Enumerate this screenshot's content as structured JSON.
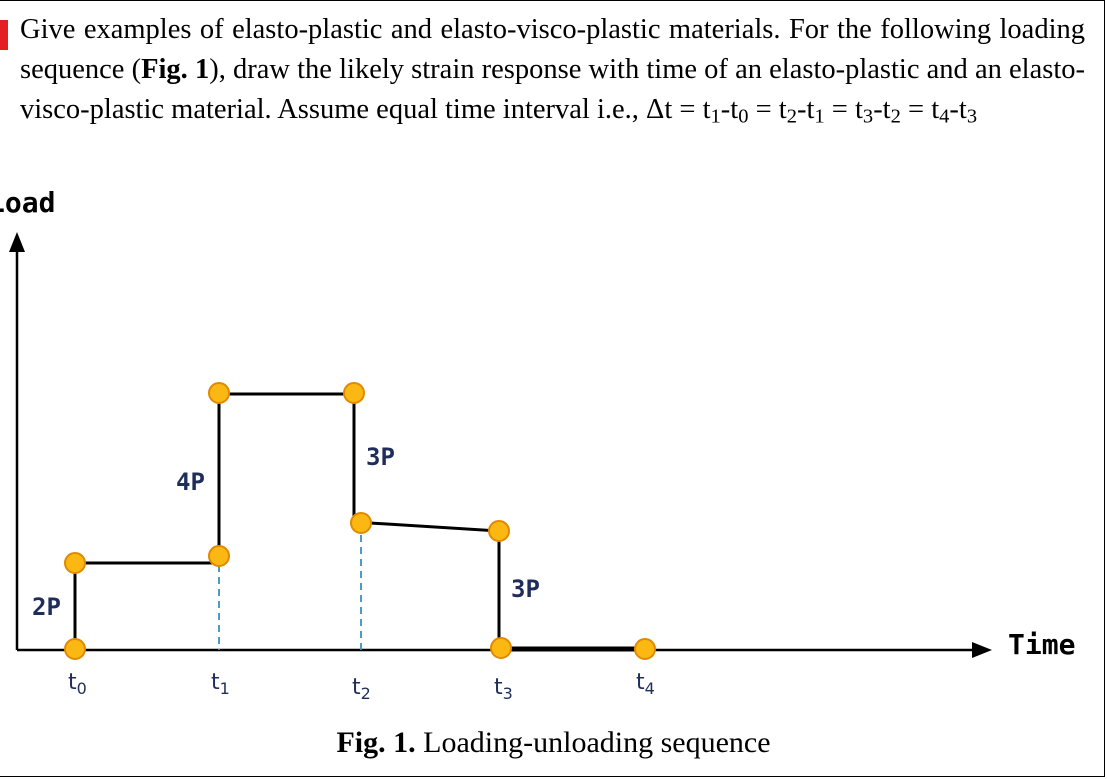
{
  "question": {
    "line1_text": "Give examples of elasto-plastic and elasto-visco-plastic materials. For the following loading sequence (",
    "fig_ref": "Fig. 1",
    "line1_after": "), draw the likely strain response with time of an elasto-plastic and an elasto-visco-plastic material. Assume equal time interval i.e., Δt = t",
    "eq_parts": [
      "1",
      "-t",
      "0",
      " = t",
      "2",
      "-t",
      "1",
      " = t",
      "3",
      "-t",
      "2",
      " = t",
      "4",
      "-t",
      "3"
    ]
  },
  "diagram": {
    "y_axis_label": "Load",
    "x_axis_label": "Time",
    "step_labels": [
      "2P",
      "4P",
      "3P",
      "3P"
    ],
    "time_labels": [
      {
        "base": "t",
        "sub": "0"
      },
      {
        "base": "t",
        "sub": "1"
      },
      {
        "base": "t",
        "sub": "2"
      },
      {
        "base": "t",
        "sub": "3"
      },
      {
        "base": "t",
        "sub": "4"
      }
    ],
    "colors": {
      "node_fill": "#fbb812",
      "node_stroke": "#e08a00",
      "step_label": "#1f2d5a",
      "dashed_line": "#3a8fc8",
      "line": "#000000"
    }
  },
  "caption": {
    "label": "Fig. 1.",
    "text": " Loading-unloading sequence"
  }
}
